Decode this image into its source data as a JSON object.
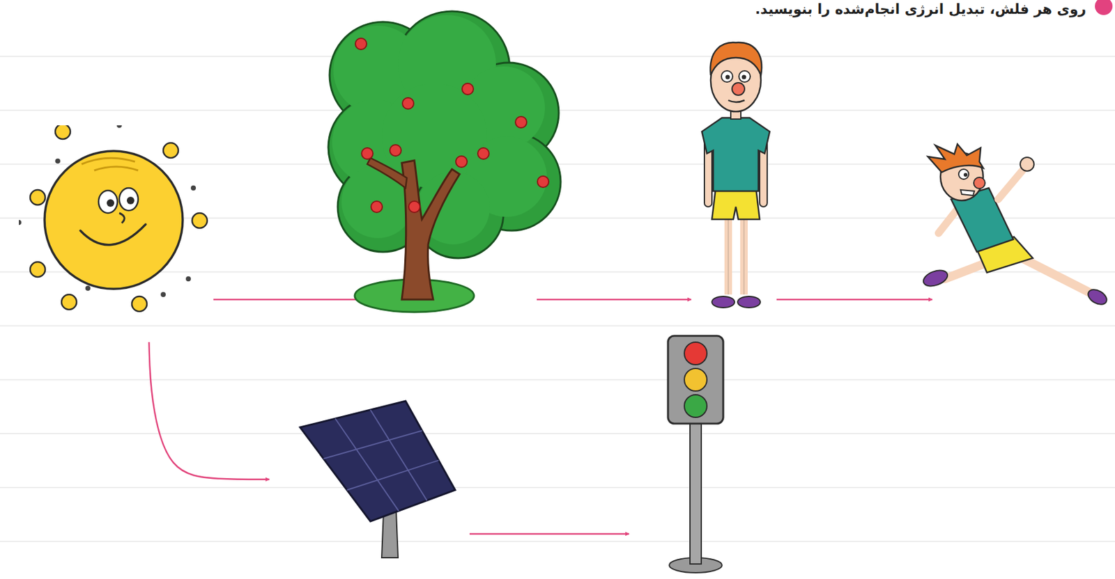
{
  "diagram": {
    "title": "روی هر فلش، تبدیل انرژی انجام‌شده را بنویسید.",
    "nodes": [
      {
        "text": []
      },
      {
        "text": []
      },
      {
        "text": []
      },
      {
        "text": []
      },
      {
        "text": []
      },
      {
        "text": []
      }
    ],
    "edges": [
      {
        "from": 0,
        "to": 1,
        "arrow": "to"
      },
      {
        "from": 1,
        "to": 2,
        "arrow": "to"
      },
      {
        "from": 2,
        "to": 3,
        "arrow": "to"
      },
      {
        "from": 0,
        "to": 4,
        "arrow": "to"
      },
      {
        "from": 4,
        "to": 5,
        "arrow": "to"
      }
    ]
  }
}
